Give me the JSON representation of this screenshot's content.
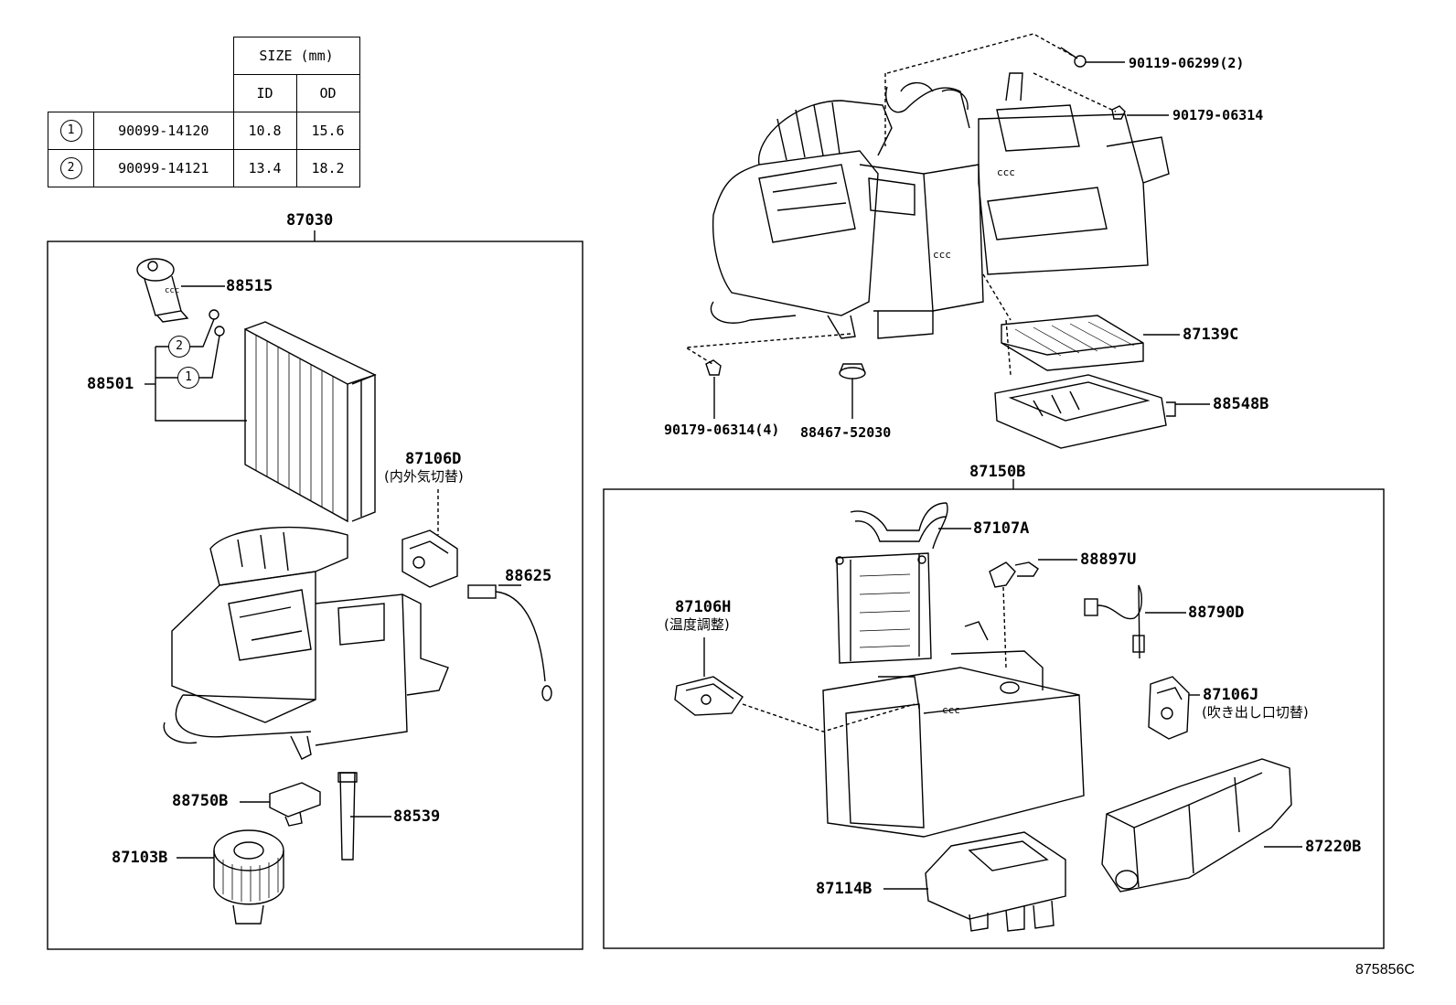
{
  "size_table": {
    "header_group": "SIZE (mm)",
    "col_id": "ID",
    "col_od": "OD",
    "rows": [
      {
        "mark": "1",
        "part": "90099-14120",
        "id": "10.8",
        "od": "15.6"
      },
      {
        "mark": "2",
        "part": "90099-14121",
        "id": "13.4",
        "od": "18.2"
      }
    ]
  },
  "groups": {
    "left": "87030",
    "right": "87150B"
  },
  "parts": {
    "p88515": "88515",
    "p88501": "88501",
    "p87106D": "87106D",
    "p87106D_note": "(内外気切替)",
    "p88625": "88625",
    "p88750B": "88750B",
    "p88539": "88539",
    "p87103B": "87103B",
    "p90119": "90119-06299(2)",
    "p90179a": "90179-06314",
    "p87139C": "87139C",
    "p88548B": "88548B",
    "p90179b": "90179-06314(4)",
    "p88467": "88467-52030",
    "p87107A": "87107A",
    "p88897U": "88897U",
    "p87106H": "87106H",
    "p87106H_note": "(温度調整)",
    "p88790D": "88790D",
    "p87106J": "87106J",
    "p87106J_note": "(吹き出し口切替)",
    "p87220B": "87220B",
    "p87114B": "87114B",
    "circle1": "1",
    "circle2": "2"
  },
  "figure_id": "875856C"
}
